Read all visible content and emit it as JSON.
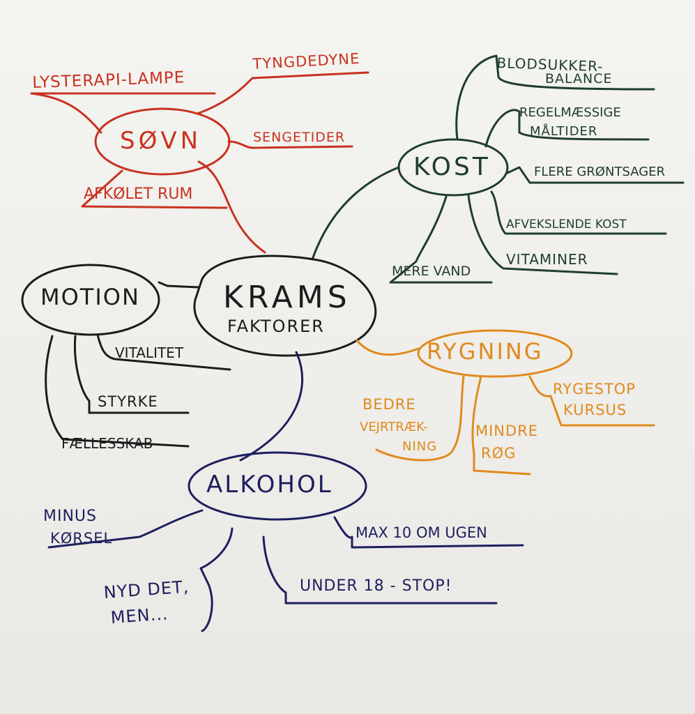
{
  "colors": {
    "sleep": "#c8321f",
    "diet": "#1f3d2c",
    "smoking": "#e08a1e",
    "exercise": "#1c1c1c",
    "alcohol": "#1d1f5e",
    "paper": "#f1f0ec"
  },
  "center": {
    "line1": "KRAMS",
    "line2": "FAKTORER"
  },
  "sleep": {
    "title": "SØVN",
    "items": [
      "LYSTERAPI-LAMPE",
      "TYNGDEDYNE",
      "SENGETIDER",
      "AFKØLET RUM"
    ]
  },
  "diet": {
    "title": "KOST",
    "items": [
      "BLODSUKKER-",
      "BALANCE",
      "REGELMÆSSIGE",
      "MÅLTIDER",
      "FLERE GRØNTSAGER",
      "AFVEKSLENDE KOST",
      "VITAMINER",
      "MERE VAND"
    ]
  },
  "exercise": {
    "title": "MOTION",
    "items": [
      "VITALITET",
      "STYRKE",
      "FÆLLESSKAB"
    ]
  },
  "smoking": {
    "title": "RYGNING",
    "items": [
      "RYGESTOP",
      "KURSUS",
      "BEDRE",
      "VEJRTRÆK-",
      "NING",
      "MINDRE",
      "RØG"
    ]
  },
  "alcohol": {
    "title": "ALKOHOL",
    "items": [
      "MINUS",
      "KØRSEL",
      "MAX 10 OM UGEN",
      "UNDER 18 - STOP!",
      "NYD DET,",
      "MEN..."
    ]
  }
}
